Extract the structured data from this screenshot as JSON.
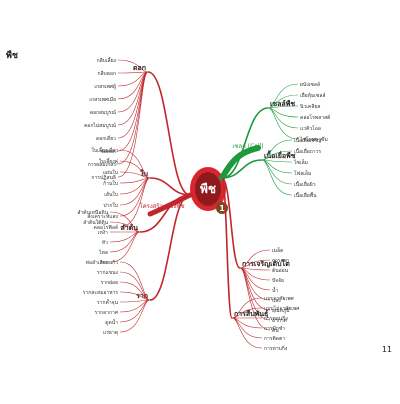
{
  "page": {
    "corner_label": "พืช",
    "page_number": "11"
  },
  "center": {
    "title": "พืช",
    "number": "1",
    "left_label": "โครงสร้างของพืช",
    "right_label": "เซลล์ (Cell)"
  },
  "branches": {
    "flower": {
      "label": "ดอก",
      "caption": "ส่วนประกอบของดอก",
      "items": [
        "กลีบเลี้ยง",
        "กลีบดอก",
        "เกสรเพศผู้",
        "เกสรเพศเมีย",
        "ดอกสมบูรณ์",
        "ดอกไม่สมบูรณ์",
        "ดอกเดี่ยว",
        "ช่อดอก",
        "การผสมเกสร",
        "การปฏิสนธิ"
      ]
    },
    "leaf": {
      "label": "ใบ",
      "items": [
        "ใบเลี้ยงเดี่ยว",
        "ใบเลี้ยงคู่",
        "แผ่นใบ",
        "ก้านใบ",
        "เส้นใบ",
        "ปากใบ",
        "สังเคราะห์แสง",
        "คลอโรฟิลล์"
      ]
    },
    "stem": {
      "label": "ลำต้น",
      "items": [
        "ลำต้นเหนือดิน",
        "ลำต้นใต้ดิน",
        "เหง้า",
        "หัว",
        "ไหล",
        "ท่อลำเลียง"
      ]
    },
    "root": {
      "label": "ราก",
      "items": [
        "รากแก้ว",
        "รากแขนง",
        "รากฝอย",
        "รากสะสมอาหาร",
        "รากค้ำจุน",
        "รากอากาศ",
        "ดูดน้ำ",
        "แร่ธาตุ"
      ]
    },
    "cell": {
      "label": "เซลล์พืช",
      "items": [
        "ผนังเซลล์",
        "เยื่อหุ้มเซลล์",
        "นิวเคลียส",
        "คลอโรพลาสต์",
        "แวคิวโอล",
        "ไซโทพลาซึม"
      ]
    },
    "tissue": {
      "label": "เนื้อเยื่อพืช",
      "items": [
        "เนื้อเยื่อเจริญ",
        "เนื้อเยื่อถาวร",
        "ไซเล็ม",
        "โฟลเอ็ม",
        "เนื้อเยื่อผิว",
        "เนื้อเยื่อพื้น"
      ]
    },
    "growth": {
      "label": "การเจริญเติบโต",
      "items": [
        "เมล็ด",
        "การงอก",
        "ต้นอ่อน",
        "ปัจจัย",
        "น้ำ",
        "แสง",
        "อุณหภูมิ",
        "อากาศ",
        "ดิน"
      ]
    },
    "reproduction": {
      "label": "การสืบพันธุ์",
      "items": [
        "แบบอาศัยเพศ",
        "แบบไม่อาศัยเพศ",
        "การตอนกิ่ง",
        "การปักชำ",
        "การติดตา",
        "การทาบกิ่ง"
      ]
    }
  },
  "colors": {
    "root_red": "#c0272d",
    "cell_green": "#1e9a3c",
    "center_red": "#d8262c",
    "center_brown": "#7a4a1f"
  }
}
